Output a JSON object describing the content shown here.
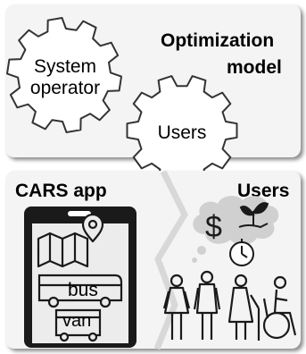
{
  "top_panel": {
    "title_line1": "Optimization",
    "title_line2": "model",
    "gear_left_line1": "System",
    "gear_left_line2": "operator",
    "gear_right_label": "Users"
  },
  "bottom_panel": {
    "left_title": "CARS app",
    "right_title": "Users",
    "phone": {
      "bus_label": "bus",
      "van_label": "van"
    },
    "icons": [
      "map-pin-icon",
      "bus-icon",
      "van-icon",
      "thought-bubble-icon",
      "dollar-icon",
      "clock-icon",
      "plant-hand-icon",
      "people-group-icon",
      "wheelchair-icon"
    ]
  }
}
